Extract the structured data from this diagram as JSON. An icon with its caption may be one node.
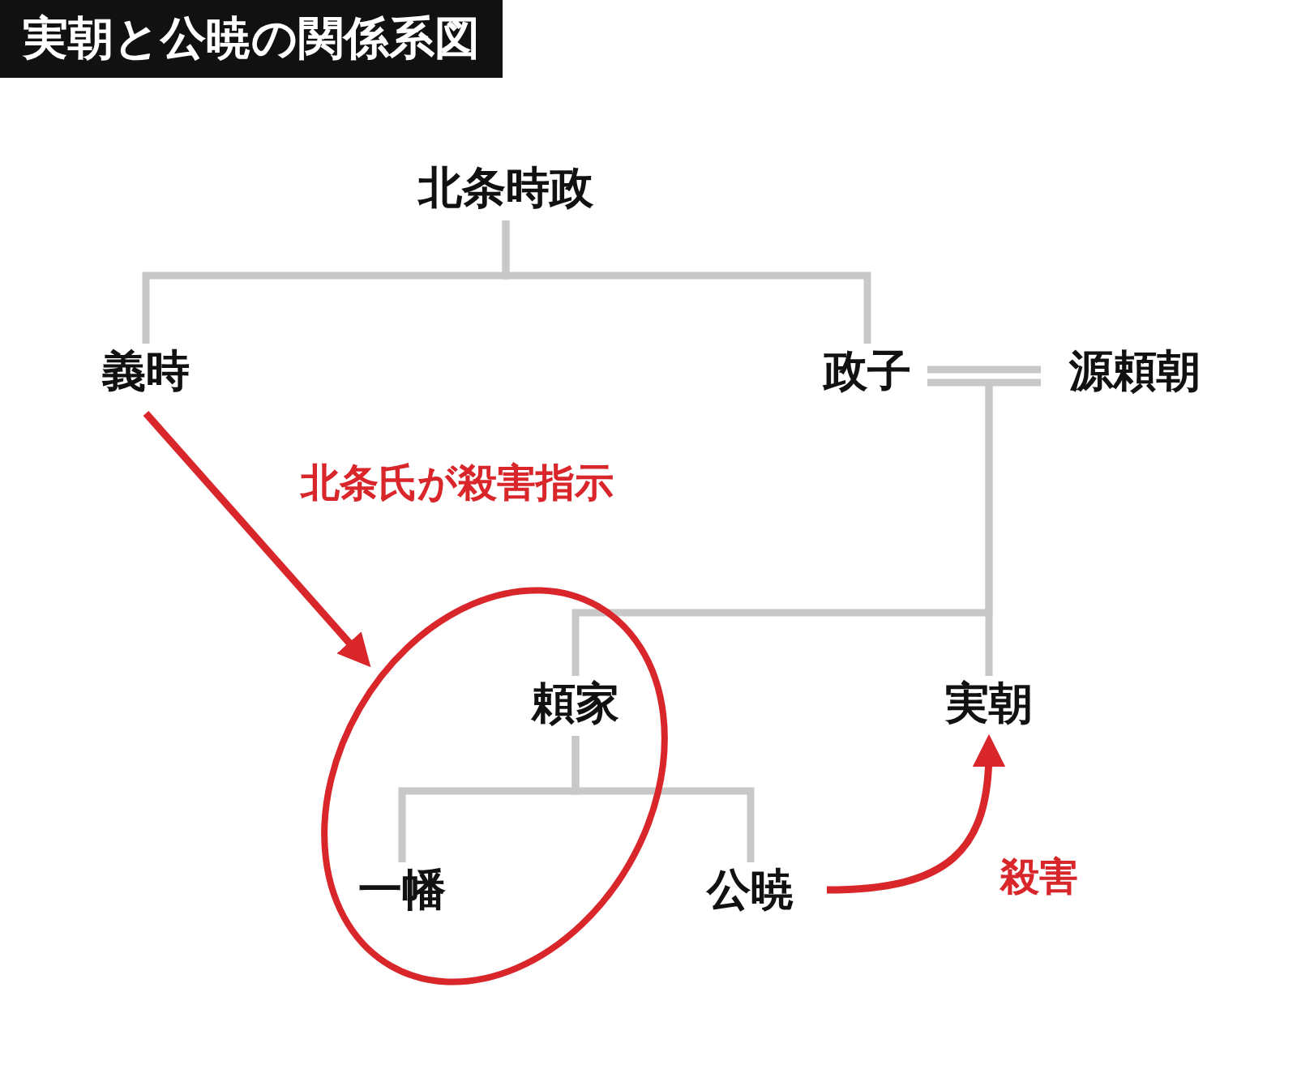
{
  "diagram": {
    "title": "実朝と公暁の関係系図",
    "nodes": [
      {
        "text": [
          "北条時政"
        ]
      },
      {
        "text": [
          "義時"
        ]
      },
      {
        "text": [
          "政子"
        ]
      },
      {
        "text": [
          "源頼朝"
        ]
      },
      {
        "text": [],
        "shape": "circle"
      },
      {
        "text": [
          "頼家"
        ],
        "in": 4
      },
      {
        "text": [
          "実朝"
        ]
      },
      {
        "text": [
          "一幡"
        ],
        "in": 4
      },
      {
        "text": [
          "公暁"
        ]
      }
    ],
    "edges": [
      {
        "from": 0,
        "to": 1,
        "arrow": "none"
      },
      {
        "from": 0,
        "to": 2,
        "arrow": "none"
      },
      {
        "from": 2,
        "to": 3,
        "arrow": "none"
      },
      {
        "from": 2,
        "to": 5,
        "arrow": "none"
      },
      {
        "from": 2,
        "to": 6,
        "arrow": "none"
      },
      {
        "from": 5,
        "to": 7,
        "arrow": "none"
      },
      {
        "from": 5,
        "to": 8,
        "arrow": "none"
      },
      {
        "from": 1,
        "to": 4,
        "arrow": "to",
        "label": "北条氏が殺害指示",
        "color": "#d9262b"
      },
      {
        "from": 8,
        "to": 6,
        "arrow": "to",
        "label": "殺害",
        "color": "#d9262b"
      }
    ]
  }
}
